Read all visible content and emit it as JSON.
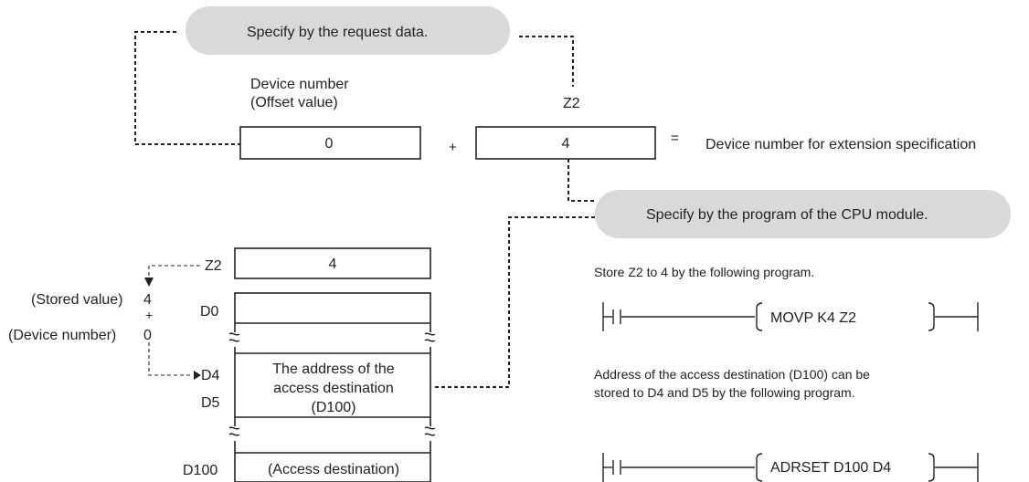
{
  "top_callout": "Specify  by the request data.",
  "offset_label_line1": "Device number",
  "offset_label_line2": "(Offset value)",
  "z2_top_label": "Z2",
  "offset_value": "0",
  "plus_sign": "+",
  "z2_value": "4",
  "equals_sign": "=",
  "result_label": "Device number for extension specification",
  "program_callout": "Specify  by the program of the CPU module.",
  "register": {
    "z2_label": "Z2",
    "z2_value": "4",
    "d0_label": "D0",
    "d4_label": "D4",
    "d5_label": "D5",
    "d100_label": "D100",
    "address_line1": "The address of the",
    "address_line2": "access destination",
    "address_line3": "(D100)",
    "access_destination": "(Access destination)"
  },
  "calc": {
    "stored_label": "(Stored value)",
    "stored_value": "4",
    "plus": "+",
    "device_label": "(Device number)",
    "device_value": "0"
  },
  "program": {
    "note1": "Store Z2 to 4 by the following program.",
    "instr1": "MOVP  K4 Z2",
    "note2_line1": "Address of the access destination (D100) can be",
    "note2_line2": "stored to D4 and D5 by the following program.",
    "instr2": "ADRSET  D100 D4"
  }
}
